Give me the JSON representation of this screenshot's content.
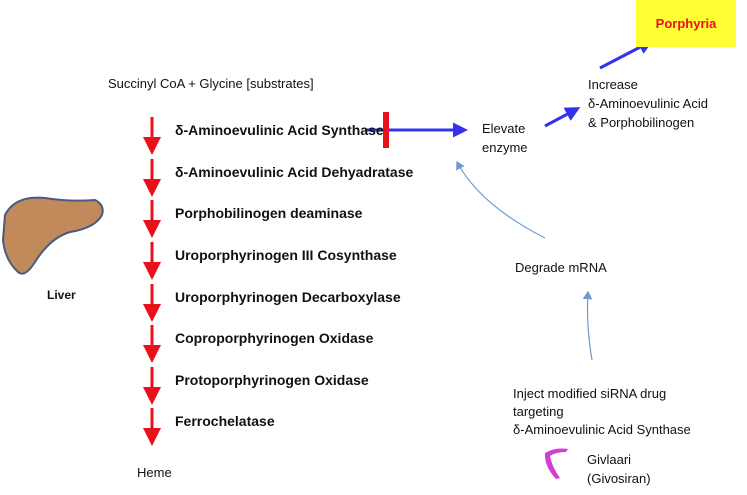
{
  "substrates": "Succinyl CoA + Glycine [substrates]",
  "enzymes": [
    "δ-Aminoevulinic Acid Synthase",
    "δ-Aminoevulinic Acid Dehyadratase",
    "Porphobilinogen deaminase",
    "Uroporphyrinogen III Cosynthase",
    "Uroporphyrinogen Decarboxylase",
    "Coproporphyrinogen Oxidase",
    "Protoporphyrinogen Oxidase",
    "Ferrochelatase"
  ],
  "product": "Heme",
  "liver_label": "Liver",
  "elevate": [
    "Elevate",
    "enzyme"
  ],
  "increase": [
    "Increase",
    "δ-Aminoevulinic Acid",
    "& Porphobilinogen"
  ],
  "porphyria": "Porphyria",
  "degrade": "Degrade mRNA",
  "inject": [
    "Inject  modified siRNA drug",
    "targeting",
    "δ-Aminoevulinic Acid Synthase"
  ],
  "drug": [
    "Givlaari",
    "(Givosiran)"
  ],
  "colors": {
    "pathway_arrow": "#e8101a",
    "flow_arrow": "#3333ee",
    "highlight": "#ffff33",
    "thin_arrow": "#6b9bd1"
  }
}
